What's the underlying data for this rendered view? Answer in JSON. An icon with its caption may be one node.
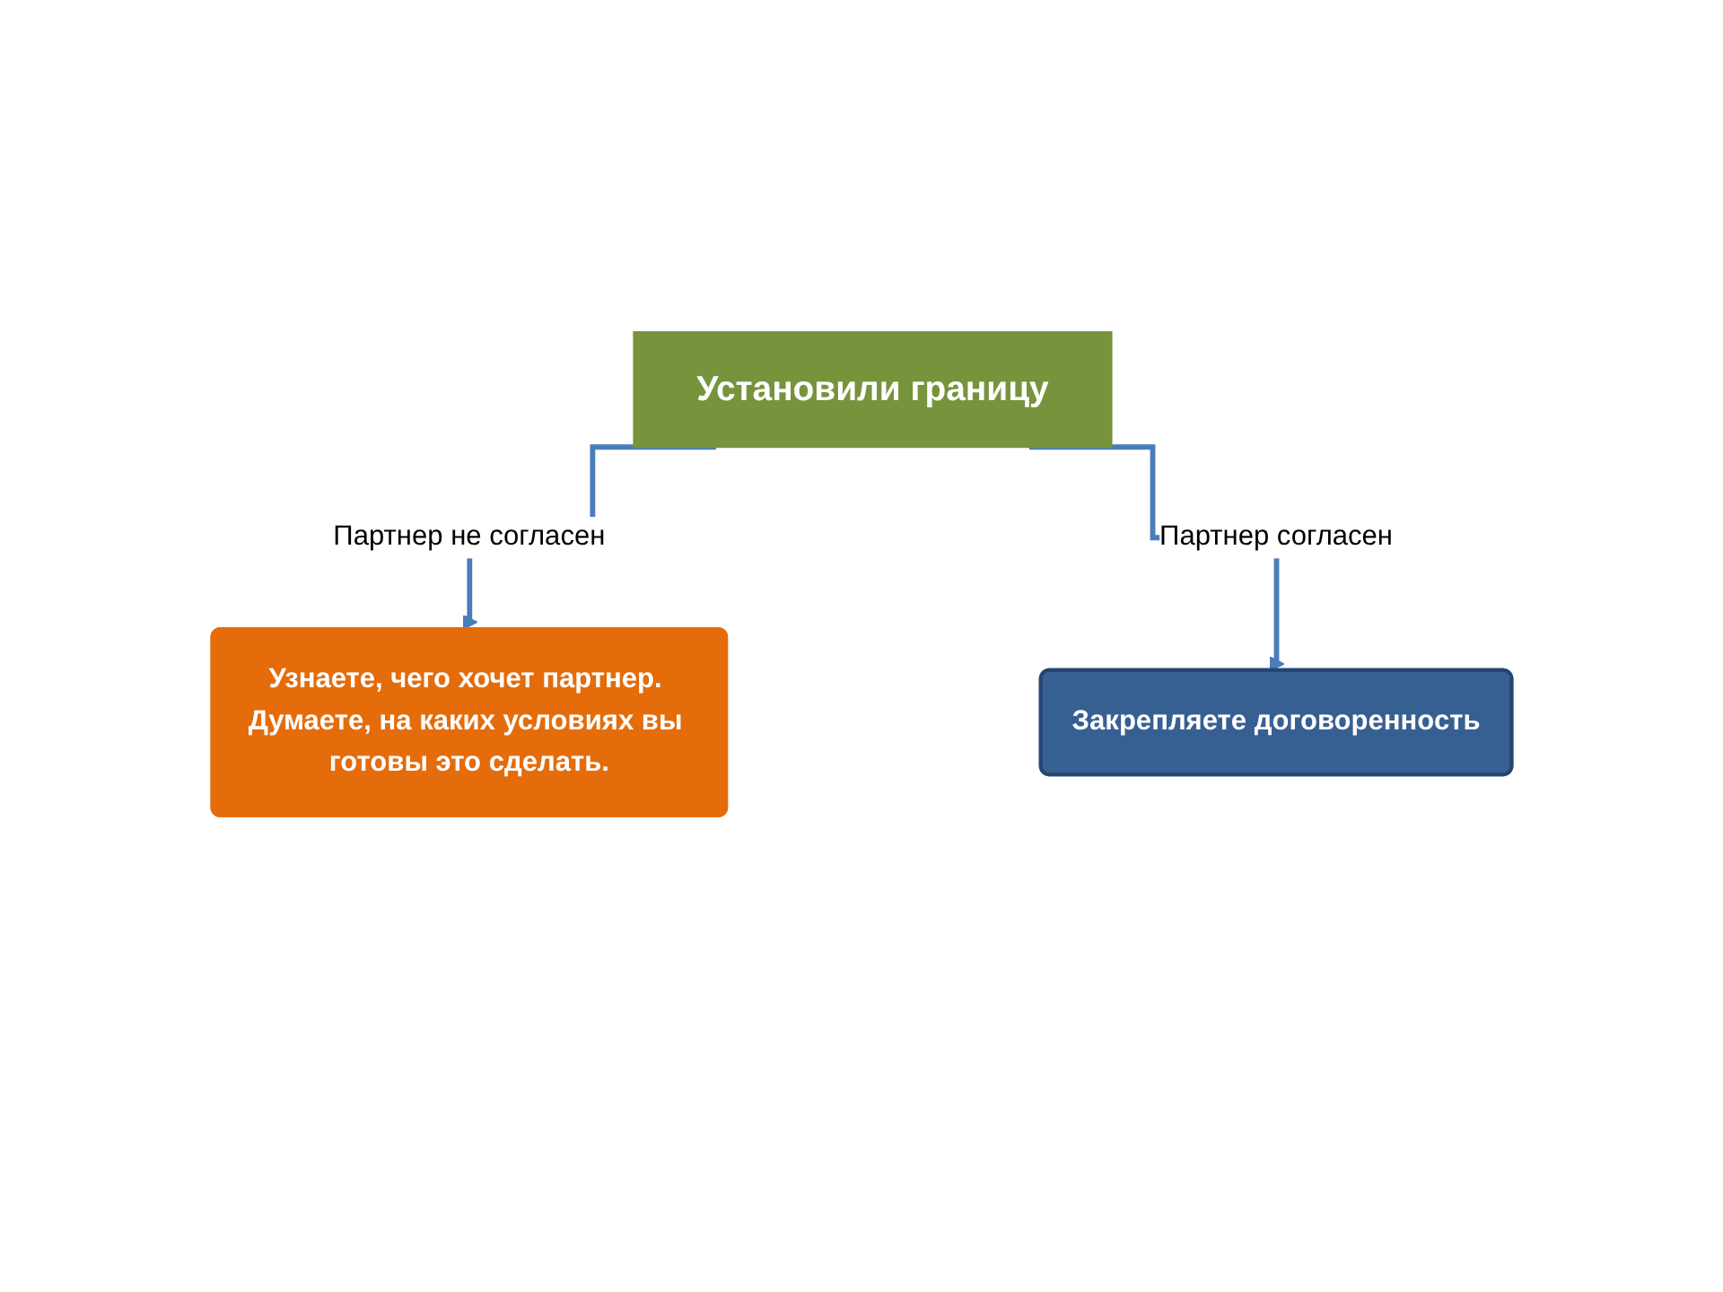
{
  "diagram": {
    "nodes": [
      {
        "text": [
          "Установили границу"
        ]
      },
      {
        "text": [
          "Узнаете, чего хочет партнер. Думаете, на каких условиях вы готовы это сделать."
        ]
      },
      {
        "text": [
          "Закрепляете договоренность"
        ]
      }
    ],
    "edges": [
      {
        "from": 0,
        "to": 1,
        "arrow": "to",
        "label": "Партнер не согласен"
      },
      {
        "from": 0,
        "to": 2,
        "arrow": "to",
        "label": "Партнер согласен"
      }
    ]
  }
}
